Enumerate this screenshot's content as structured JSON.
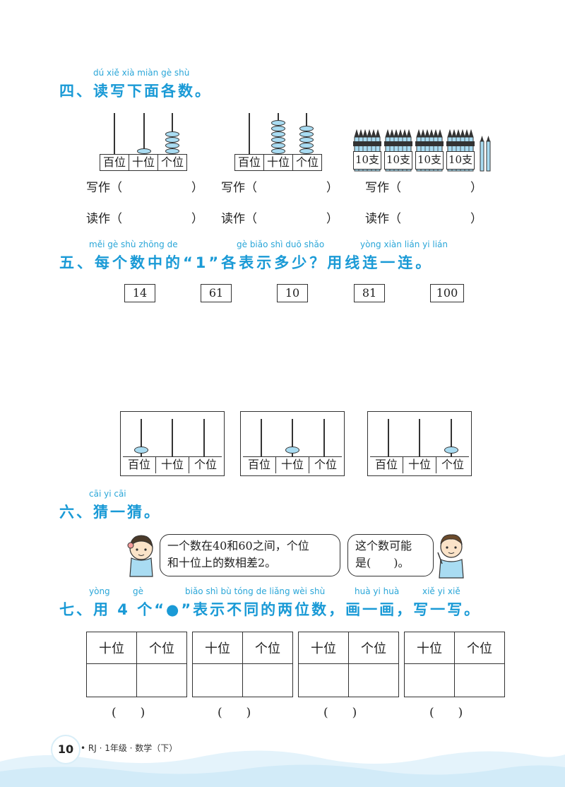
{
  "section4": {
    "pinyin": "dú  xiě  xià  miàn  gè  shù",
    "title": "四、读写下面各数。",
    "abacus_labels": [
      "百位",
      "十位",
      "个位"
    ],
    "bundle_label": "10支",
    "write_label": "写作（",
    "read_label": "读作（",
    "close_paren": "）"
  },
  "section5": {
    "pinyin1": "měi  gè  shù zhōng  de",
    "pinyin2": "gè  biǎo  shì  duō  shǎo",
    "pinyin3": "yòng  xiàn  lián  yi  lián",
    "title": "五、每个数中的“1”各表示多少？用线连一连。",
    "numbers": [
      "14",
      "61",
      "10",
      "81",
      "100"
    ],
    "frame_labels": [
      "百位",
      "十位",
      "个位"
    ]
  },
  "section6": {
    "pinyin": "cāi  yi  cāi",
    "title": "六、猜一猜。",
    "bubble1_line1": "一个数在40和60之间，个位",
    "bubble1_line2": "和十位上的数相差2。",
    "bubble2_line1": "这个数可能",
    "bubble2_line2": "是(　　)。"
  },
  "section7": {
    "pinyin1": "yòng",
    "pinyin2": "gè",
    "pinyin3": "biǎo shì  bù  tóng  de  liǎng wèi  shù",
    "pinyin4": "huà  yi  huà",
    "pinyin5": "xiě  yi  xiě",
    "title": "七、用 4 个“●”表示不同的两位数，画一画，写一写。",
    "col_tens": "十位",
    "col_ones": "个位",
    "paren": "(　　)"
  },
  "footer": {
    "page_number": "10",
    "text": "• RJ · 1年级 · 数学（下）"
  }
}
